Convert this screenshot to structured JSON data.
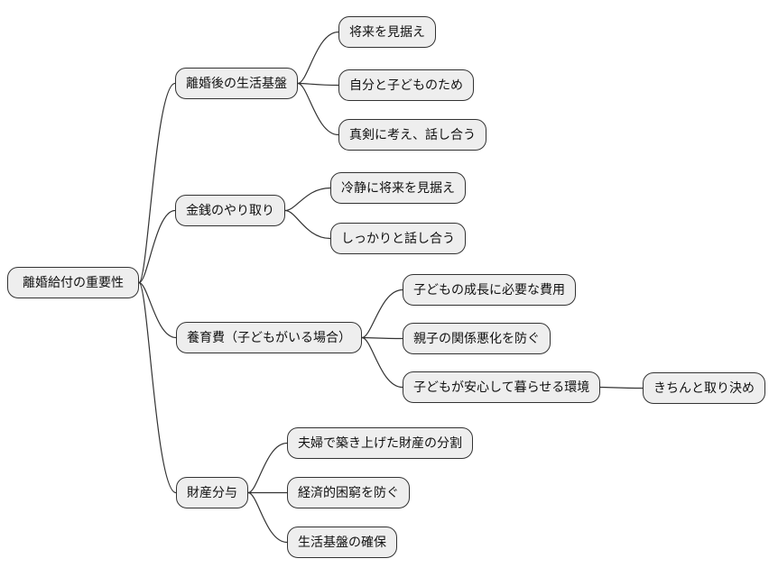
{
  "colors": {
    "background": "#ffffff",
    "node_fill": "#eeeeee",
    "node_border": "#333333",
    "edge": "#333333",
    "text": "#111111"
  },
  "mindmap": {
    "nodes": [
      {
        "id": "root",
        "label": "離婚給付の重要性",
        "parent": null
      },
      {
        "id": "post-divorce-foundation",
        "label": "離婚後の生活基盤",
        "parent": "root"
      },
      {
        "id": "future-outlook",
        "label": "将来を見据え",
        "parent": "post-divorce-foundation"
      },
      {
        "id": "for-self-and-children",
        "label": "自分と子どものため",
        "parent": "post-divorce-foundation"
      },
      {
        "id": "think-discuss-seriously",
        "label": "真剣に考え、話し合う",
        "parent": "post-divorce-foundation"
      },
      {
        "id": "money-exchange",
        "label": "金銭のやり取り",
        "parent": "root"
      },
      {
        "id": "calm-future-outlook",
        "label": "冷静に将来を見据え",
        "parent": "money-exchange"
      },
      {
        "id": "discuss-thoroughly",
        "label": "しっかりと話し合う",
        "parent": "money-exchange"
      },
      {
        "id": "child-support",
        "label": "養育費（子どもがいる場合）",
        "parent": "root"
      },
      {
        "id": "child-growth-costs",
        "label": "子どもの成長に必要な費用",
        "parent": "child-support"
      },
      {
        "id": "prevent-relationship-damage",
        "label": "親子の関係悪化を防ぐ",
        "parent": "child-support"
      },
      {
        "id": "secure-child-environment",
        "label": "子どもが安心して暮らせる環境",
        "parent": "child-support"
      },
      {
        "id": "proper-agreement",
        "label": "きちんと取り決め",
        "parent": "secure-child-environment"
      },
      {
        "id": "property-division",
        "label": "財産分与",
        "parent": "root"
      },
      {
        "id": "divide-marital-assets",
        "label": "夫婦で築き上げた財産の分割",
        "parent": "property-division"
      },
      {
        "id": "prevent-financial-hardship",
        "label": "経済的困窮を防ぐ",
        "parent": "property-division"
      },
      {
        "id": "secure-living-foundation",
        "label": "生活基盤の確保",
        "parent": "property-division"
      }
    ]
  }
}
